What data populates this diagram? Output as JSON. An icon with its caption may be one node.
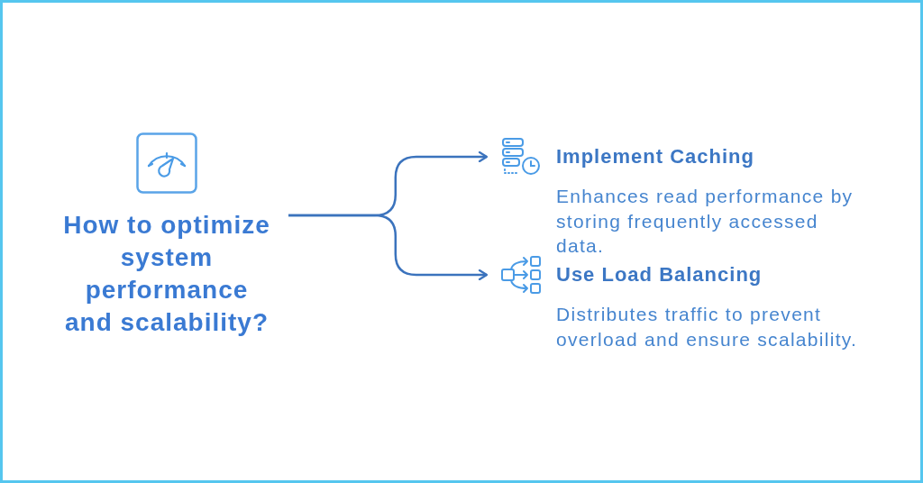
{
  "diagram": {
    "nodes": [
      {
        "text": [
          "How to optimize system performance and scalability?"
        ]
      },
      {
        "text": [
          "Implement Caching",
          "Enhances read performance by storing frequently accessed data."
        ]
      },
      {
        "text": [
          "Use Load Balancing",
          "Distributes traffic to prevent overload and ensure scalability."
        ]
      }
    ],
    "edges": [
      {
        "from": 0,
        "to": 1,
        "arrow": "to"
      },
      {
        "from": 0,
        "to": 2,
        "arrow": "to"
      }
    ]
  }
}
